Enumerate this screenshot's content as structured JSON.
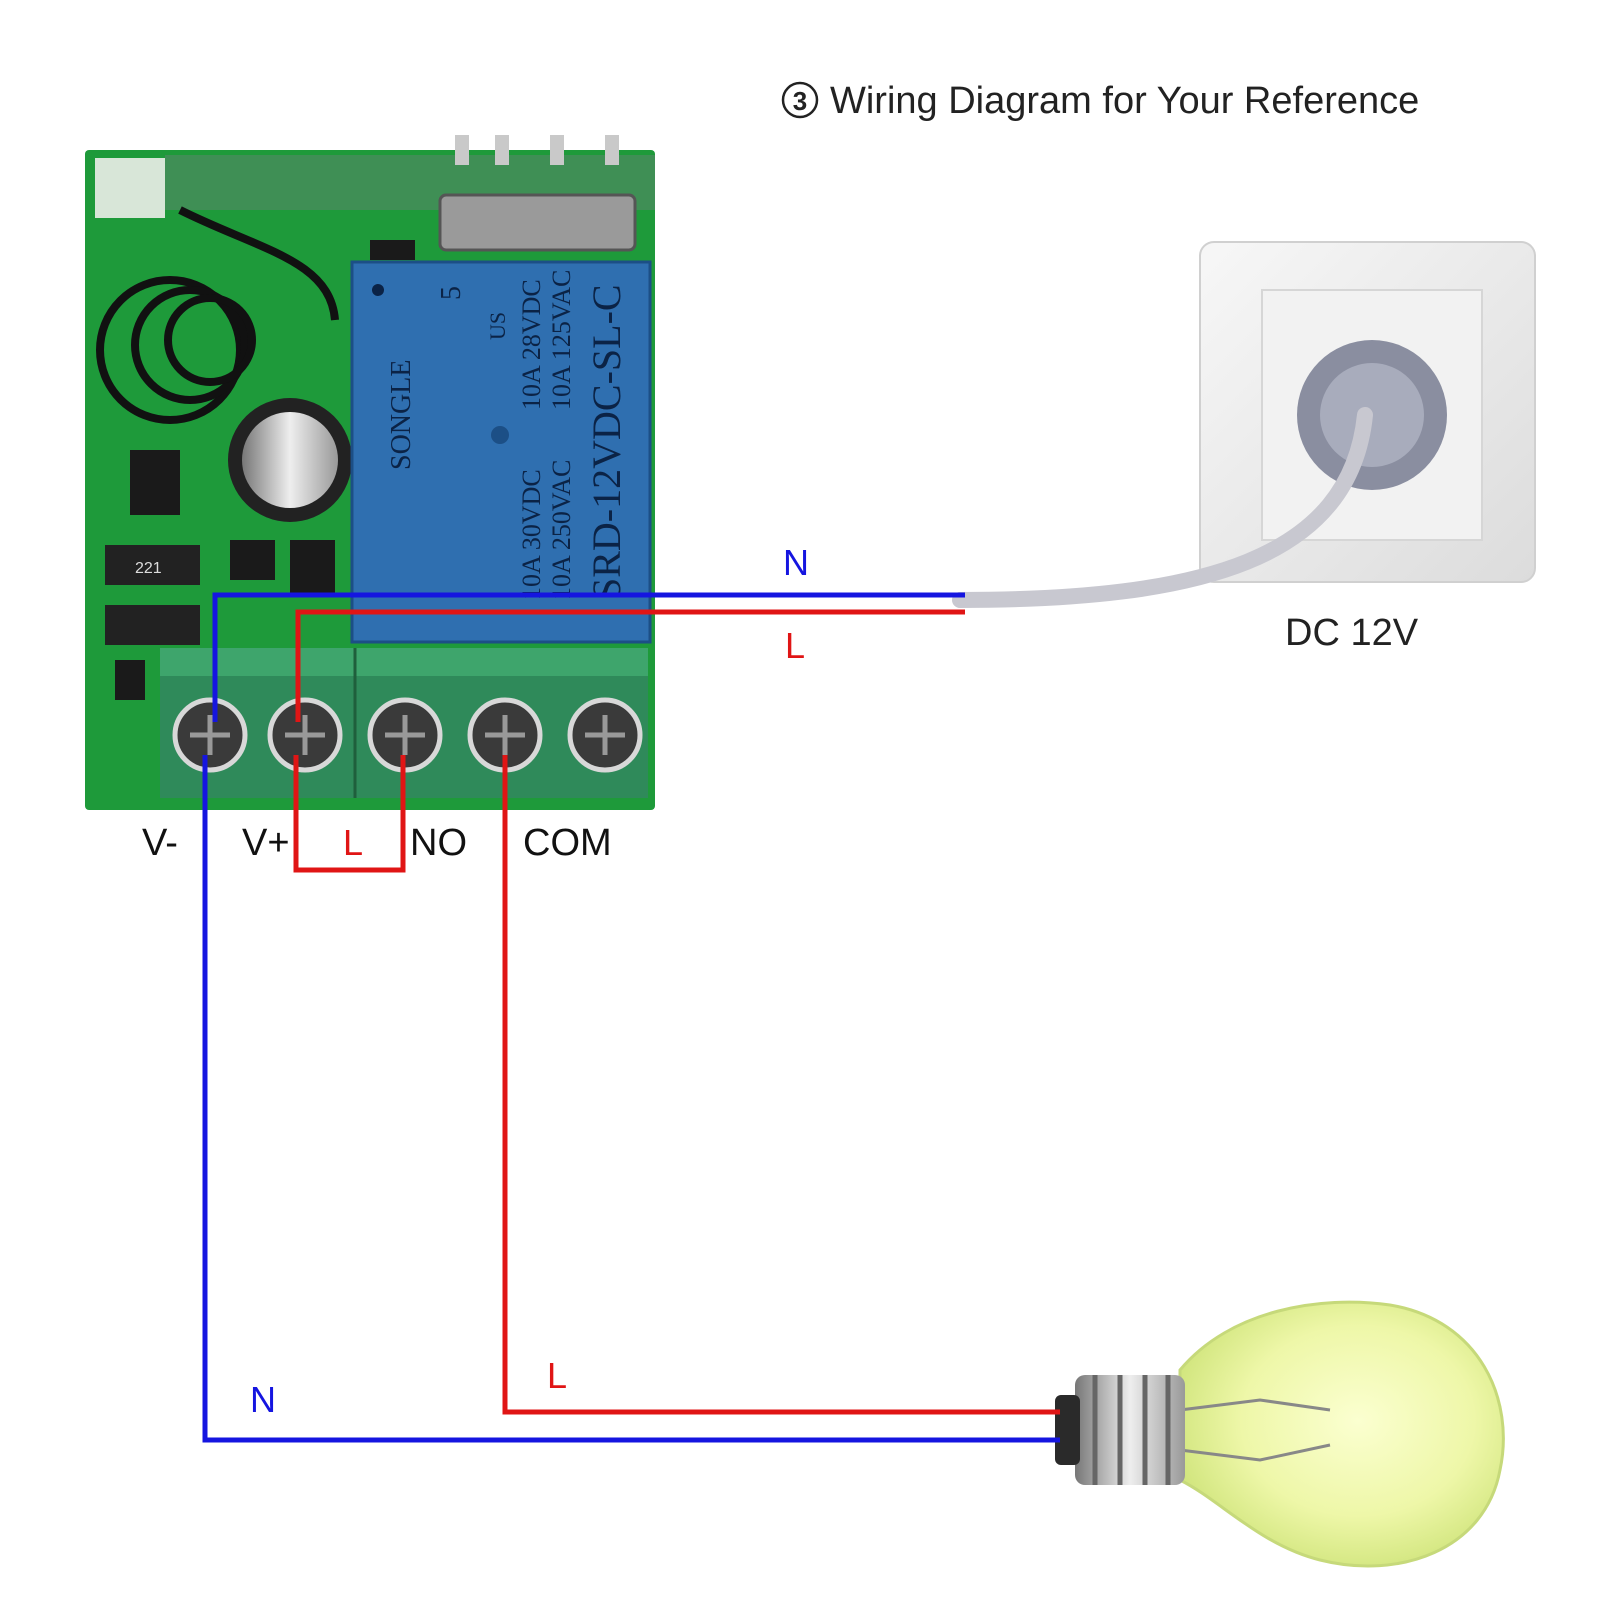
{
  "title": {
    "step_marker": "3",
    "text": "Wiring Diagram for Your Reference"
  },
  "power_source": {
    "label": "DC 12V"
  },
  "module": {
    "terminals": [
      "V-",
      "V+",
      "NO",
      "COM"
    ],
    "relay_markings": {
      "brand": "SONGLE",
      "model": "SRD-12VDC-SL-C",
      "rating_line_1": "10A 250VAC",
      "rating_line_2": "10A 30VDC",
      "rating_line_3": "10A 125VAC",
      "rating_line_4": "10A 28VDC",
      "cert_top": "5",
      "cert_us": "US",
      "smd_code": "221"
    }
  },
  "wires": {
    "neutral_label": "N",
    "live_label": "L",
    "neutral_color": "#1515e0",
    "live_color": "#e01515"
  },
  "colors": {
    "pcb": "#1e9a3a",
    "relay": "#2f6fb0",
    "terminal_block": "#2f8a5a",
    "socket_plate": "#eeeeee",
    "bulb_glass": "#eef7a8"
  }
}
